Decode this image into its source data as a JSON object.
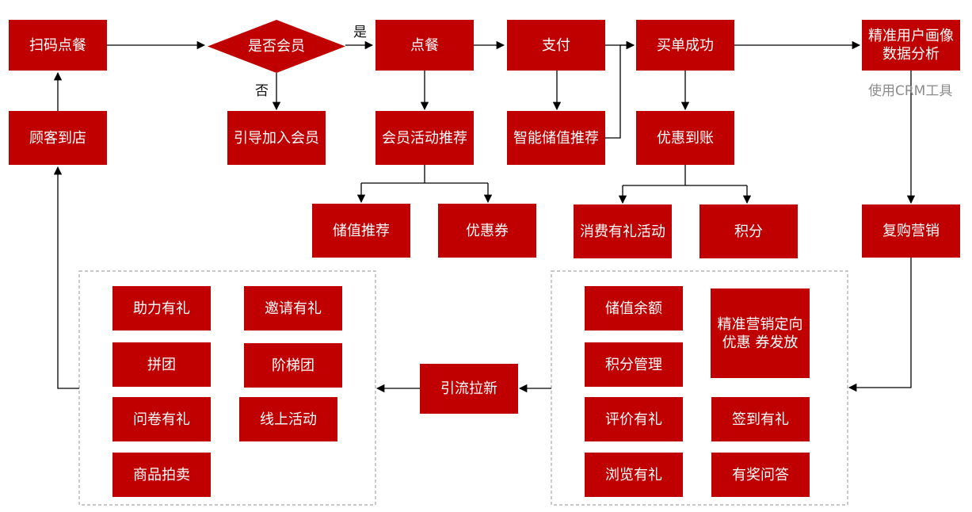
{
  "nodes": {
    "scan_order": "扫码点餐",
    "is_member": "是否会员",
    "order": "点餐",
    "pay": "支付",
    "checkout_success": "买单成功",
    "precise_profile": "精准用户画像数据分析",
    "guide_join": "引导加入会员",
    "member_activity": "会员活动推荐",
    "smart_stored_value": "智能储值推荐",
    "discount_credited": "优惠到账",
    "customer_arrives": "顾客到店",
    "stored_value_rec": "储值推荐",
    "coupon": "优惠券",
    "consumption_gift": "消费有礼活动",
    "points": "积分",
    "repurchase": "复购营销",
    "referral": "引流拉新"
  },
  "labels": {
    "yes": "是",
    "no": "否"
  },
  "note": "使用CRM工具",
  "left_group": {
    "help_gift": "助力有礼",
    "invite_gift": "邀请有礼",
    "group_buy": "拼团",
    "tier_group": "阶梯团",
    "survey_gift": "问卷有礼",
    "online_activity": "线上活动",
    "product_auction": "商品拍卖"
  },
  "right_group": {
    "stored_balance": "储值余额",
    "precise_marketing": "精准营销定向优惠 券发放",
    "points_mgmt": "积分管理",
    "review_gift": "评价有礼",
    "checkin_gift": "签到有礼",
    "browse_gift": "浏览有礼",
    "quiz_gift": "有奖问答"
  },
  "colors": {
    "node": "#C00000",
    "line": "#000000",
    "dash": "#a6a6a6"
  }
}
